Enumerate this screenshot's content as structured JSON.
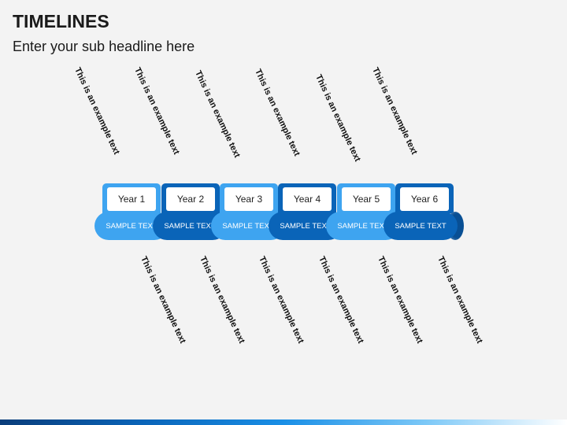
{
  "slide": {
    "title": "TIMELINES",
    "subtitle": "Enter your sub headline here"
  },
  "timeline": {
    "years": [
      "Year 1",
      "Year 2",
      "Year 3",
      "Year 4",
      "Year 5",
      "Year 6"
    ],
    "segments": [
      "SAMPLE TEXT",
      "SAMPLE TEXT",
      "SAMPLE TEXT",
      "SAMPLE TEXT",
      "SAMPLE TEXT",
      "SAMPLE TEXT"
    ],
    "top_notes": [
      "This is an example text",
      "This is an example text",
      "This is an example text",
      "This is an example text",
      "This is an example text",
      "This is an example text"
    ],
    "bottom_notes": [
      "This is an example text",
      "This is an example text",
      "This is an example text",
      "This is an example text",
      "This is an example text",
      "This is an example text"
    ]
  },
  "colors": {
    "light_blue": "#3ea4f0",
    "dark_blue": "#0a64b8",
    "background": "#f3f3f3"
  }
}
